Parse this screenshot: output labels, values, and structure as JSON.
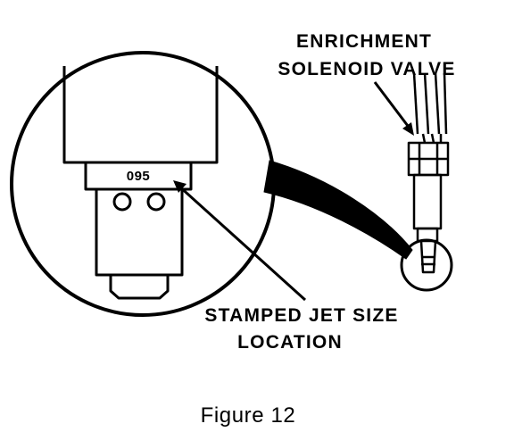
{
  "labels": {
    "enrichment_line1": "ENRICHMENT",
    "enrichment_line2": "SOLENOID VALVE",
    "stamped_line1": "STAMPED JET SIZE",
    "stamped_line2": "LOCATION",
    "jet_code": "095"
  },
  "caption": "Figure 12"
}
